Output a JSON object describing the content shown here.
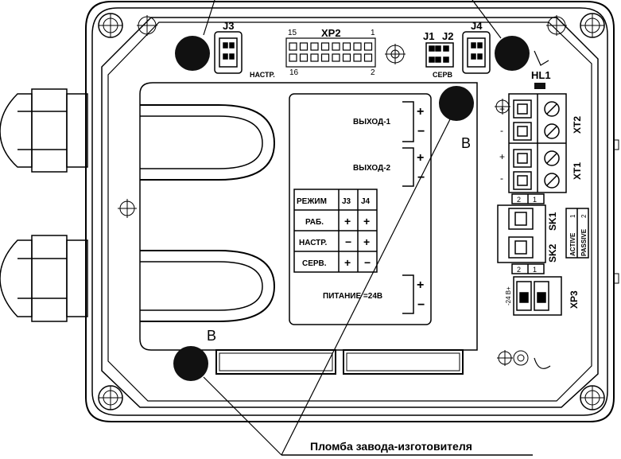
{
  "connectors": {
    "j3": "J3",
    "j4": "J4",
    "j1": "J1",
    "j2": "J2",
    "xp2": "XP2",
    "xp2_pin15": "15",
    "xp2_pin1": "1",
    "xp2_pin16": "16",
    "xp2_pin2": "2",
    "nastr": "НАСТР.",
    "serv": "СЕРВ",
    "hl1": "HL1",
    "xt1": "XT1",
    "xt2": "XT2",
    "xp3": "XP3",
    "xp3_label": "-24 В+",
    "sk1": "SK1",
    "sk2": "SK2",
    "sk_pin_2": "2",
    "sk_pin_1": "1",
    "active": "ACTIVE",
    "passive": "PASSIVE",
    "active_num": "1",
    "passive_num": "2"
  },
  "outputs": {
    "out1": "ВЫХОД-1",
    "out2": "ВЫХОД-2",
    "power": "ПИТАНИЕ =24В",
    "plus": "+",
    "minus": "−"
  },
  "mode_table": {
    "headers": [
      "РЕЖИМ",
      "J3",
      "J4"
    ],
    "rows": [
      [
        "РАБ.",
        "+",
        "+"
      ],
      [
        "НАСТР.",
        "−",
        "+"
      ],
      [
        "СЕРВ.",
        "+",
        "−"
      ]
    ]
  },
  "seal_marks": {
    "b_top": "B",
    "b_bottom": "B"
  },
  "caption": "Пломба завода-изготовителя"
}
